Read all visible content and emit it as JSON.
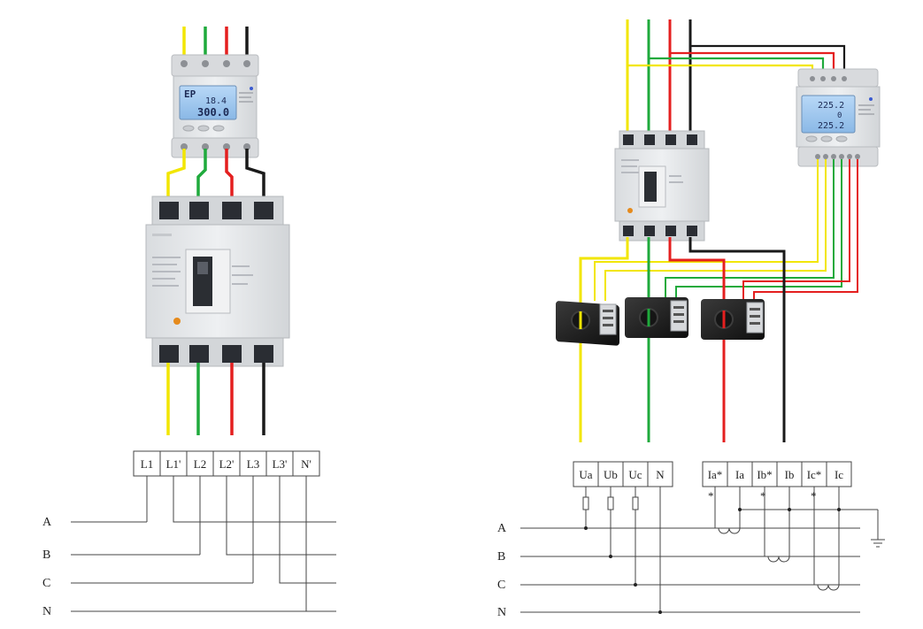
{
  "colors": {
    "phase_a": "#f2e600",
    "phase_b": "#1faa3c",
    "phase_c": "#e41f1f",
    "neutral": "#1a1a1a",
    "device_body": "#e6e8ea",
    "lcd": "#9fc6ef"
  },
  "left": {
    "meter_display": {
      "line1": "EP",
      "line2": "18.4",
      "line3": "300.0"
    },
    "terminals": [
      "L1",
      "L1'",
      "L2",
      "L2'",
      "L3",
      "L3'",
      "N'"
    ],
    "bus_labels": [
      "A",
      "B",
      "C",
      "N"
    ]
  },
  "right": {
    "meter_display": {
      "line1": "225.2",
      "line2": "0",
      "line3": "225.2"
    },
    "voltage_terminals": [
      "Ua",
      "Ub",
      "Uc",
      "N"
    ],
    "current_terminals": [
      "Ia*",
      "Ia",
      "Ib*",
      "Ib",
      "Ic*",
      "Ic"
    ],
    "polarity_marks": [
      "*",
      "*",
      "*"
    ],
    "bus_labels": [
      "A",
      "B",
      "C",
      "N"
    ]
  }
}
